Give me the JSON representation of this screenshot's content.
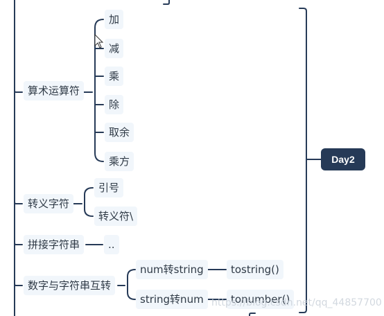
{
  "root": {
    "label": "Day2"
  },
  "branches": {
    "arith": {
      "label": "算术运算符",
      "children": [
        "加",
        "减",
        "乘",
        "除",
        "取余",
        "乘方"
      ]
    },
    "escape": {
      "label": "转义字符",
      "children": [
        "引号",
        "转义符\\"
      ]
    },
    "concat": {
      "label": "拼接字符串",
      "child": ".."
    },
    "convert": {
      "label": "数字与字符串互转",
      "items": [
        {
          "label": "num转string",
          "value": "tostring()"
        },
        {
          "label": "string转num",
          "value": "tonumber()"
        }
      ]
    }
  },
  "watermark": "https://blog.csdn.net/qq_44857700",
  "colors": {
    "line": "#263a57",
    "node_bg": "#f1f6fb",
    "root_bg": "#263a57"
  }
}
